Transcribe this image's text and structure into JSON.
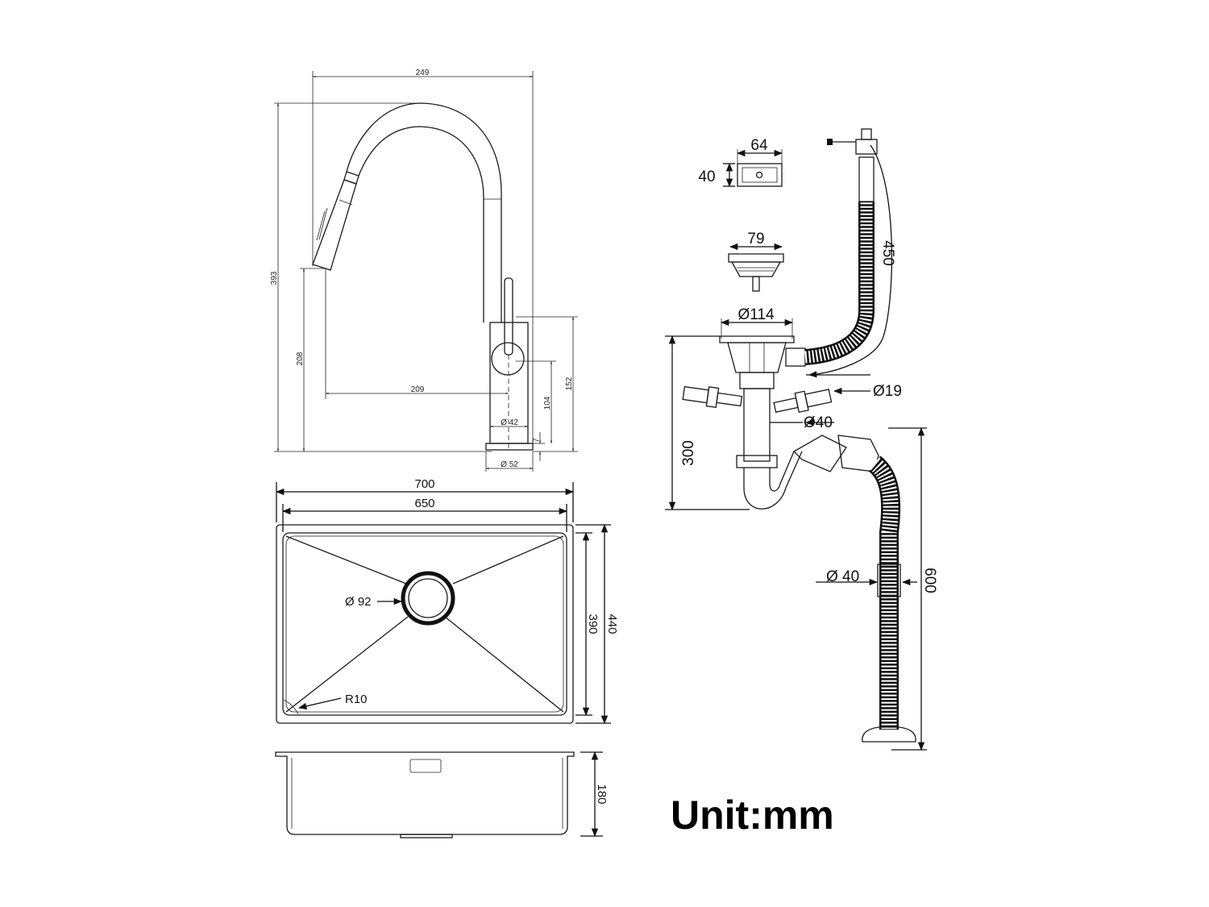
{
  "faucet": {
    "width": "249",
    "height": "393",
    "spout_height": "208",
    "reach": "209",
    "lever_height": "152",
    "body_height": "104",
    "base_thickness": "7",
    "body_diameter": "Ø 42",
    "base_diameter": "Ø 52"
  },
  "sink": {
    "outer_width": "700",
    "inner_width": "650",
    "outer_depth": "440",
    "inner_depth": "390",
    "drain_diameter": "Ø 92",
    "corner_radius": "R10",
    "bowl_height": "180"
  },
  "drain_kit": {
    "overflow_width": "64",
    "overflow_height": "40",
    "strainer_width": "79",
    "strainer_diameter": "Ø114",
    "overflow_hose_length": "450",
    "drain_height": "300",
    "connector_diameter": "Ø19",
    "pipe_diameter": "Ø40",
    "hose_diameter": "Ø 40",
    "hose_length": "600"
  },
  "unit_label": "Unit:mm"
}
